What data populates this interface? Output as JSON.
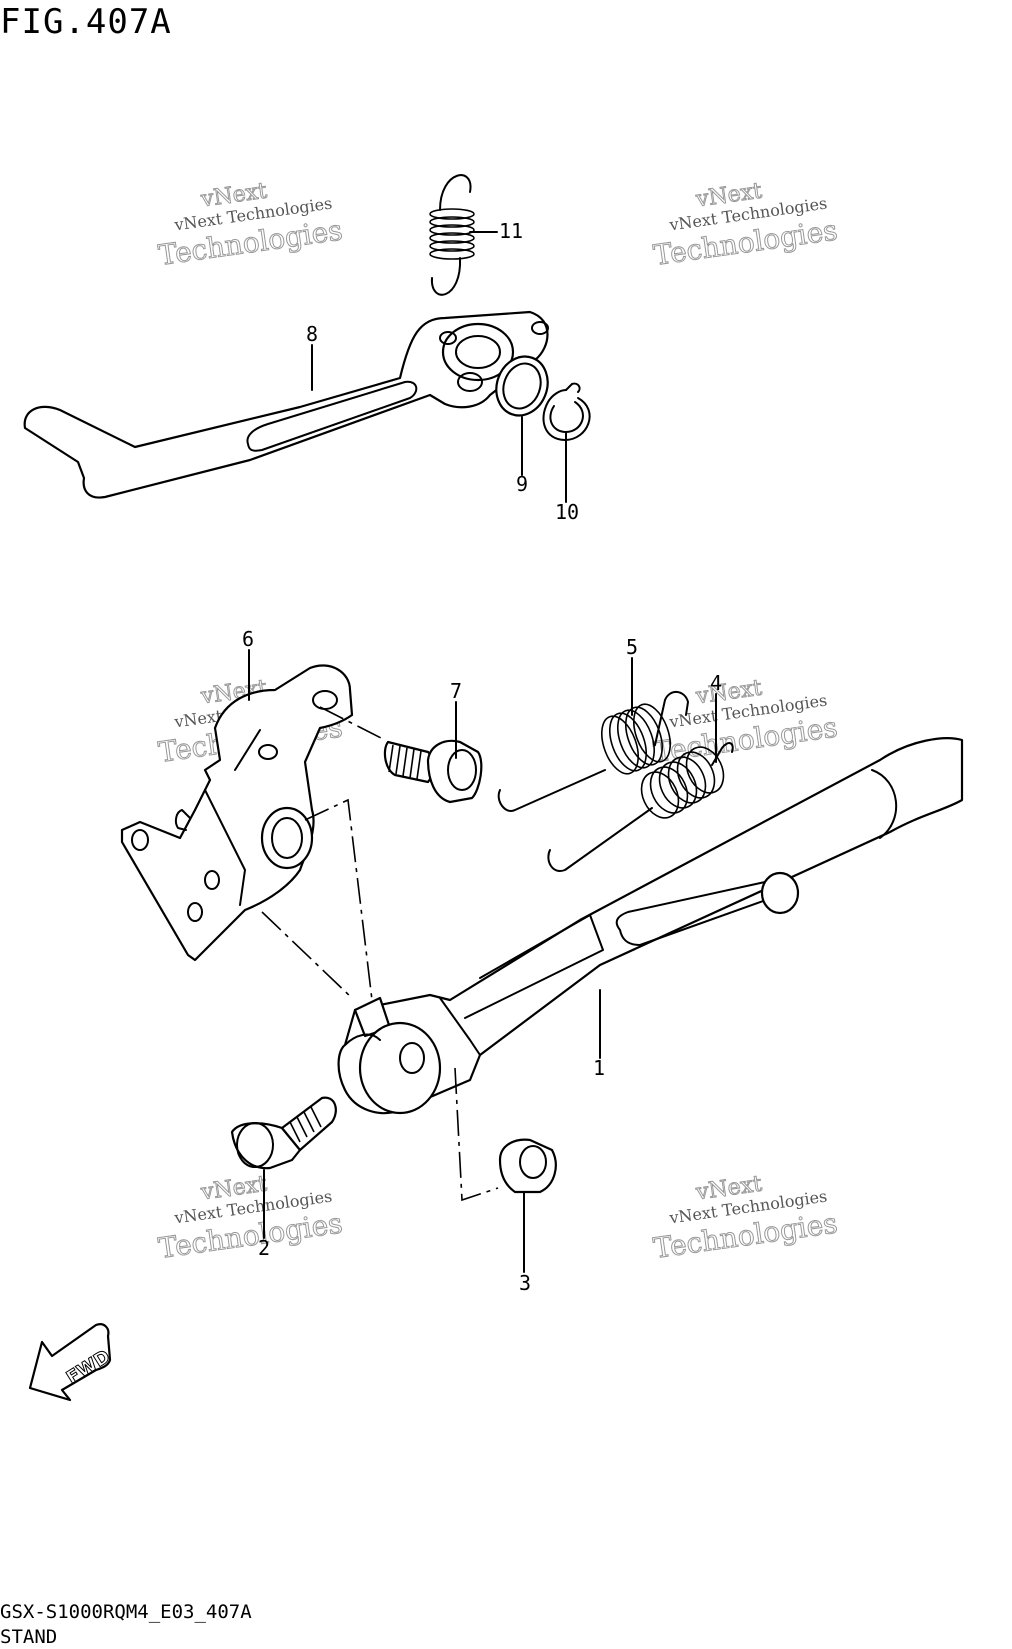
{
  "figure": {
    "title": "FIG.407A"
  },
  "footer": {
    "model_code": "GSX-S1000RQM4_E03_407A",
    "section_name": "STAND"
  },
  "callouts": [
    {
      "id": "1",
      "label": "1"
    },
    {
      "id": "2",
      "label": "2"
    },
    {
      "id": "3",
      "label": "3"
    },
    {
      "id": "4",
      "label": "4"
    },
    {
      "id": "5",
      "label": "5"
    },
    {
      "id": "6",
      "label": "6"
    },
    {
      "id": "7",
      "label": "7"
    },
    {
      "id": "8",
      "label": "8"
    },
    {
      "id": "9",
      "label": "9"
    },
    {
      "id": "10",
      "label": "10"
    },
    {
      "id": "11",
      "label": "11"
    }
  ],
  "fwd_arrow": {
    "label": "FWD"
  },
  "watermark": {
    "line1": "vNext Technologies",
    "line2": "vNext",
    "line3": "Technologies"
  },
  "colors": {
    "ink": "#000000",
    "watermark": "#b0b0b0",
    "background": "#ffffff"
  }
}
